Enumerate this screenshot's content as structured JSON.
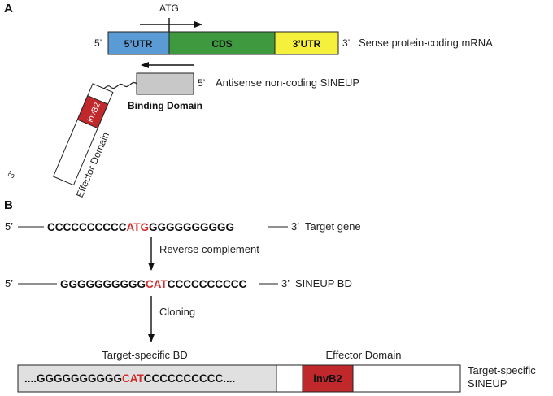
{
  "panel_a": {
    "label": "A",
    "atg": "ATG",
    "mrna": {
      "five_prime": "5’",
      "utr5": "5’UTR",
      "cds": "CDS",
      "utr3": "3’UTR",
      "three_prime": "3’",
      "description": "Sense protein-coding mRNA"
    },
    "sineup": {
      "five_prime": "5’",
      "description": "Antisense non-coding SINEUP",
      "binding_domain": "Binding Domain",
      "invb2": "invB2",
      "effector_domain": "Effector Domain",
      "three_prime": "3’"
    },
    "colors": {
      "utr5": "#5b9bd5",
      "cds": "#3f9a3f",
      "utr3": "#f5f03c",
      "bd": "#c8c8c8",
      "invb2": "#c0282c"
    }
  },
  "panel_b": {
    "label": "B",
    "target": {
      "five_prime": "5’",
      "seq_left": "CCCCCCCCCC",
      "seq_mid": "ATG",
      "seq_right": "GGGGGGGGGG",
      "three_prime": "3’",
      "description": "Target gene"
    },
    "step1": "Reverse complement",
    "bd": {
      "five_prime": "5’",
      "seq_left": "GGGGGGGGGG",
      "seq_mid": "CAT",
      "seq_right": "CCCCCCCCCC",
      "three_prime": "3’",
      "description": "SINEUP BD"
    },
    "step2": "Cloning",
    "construct": {
      "bd_header": "Target-specific BD",
      "effector_header": "Effector Domain",
      "seq_left": "....GGGGGGGGGG",
      "seq_mid": "CAT",
      "seq_right": "CCCCCCCCCC....",
      "invb2": "invB2",
      "description_line1": "Target-specific",
      "description_line2": "SINEUP"
    },
    "colors": {
      "highlight": "#d42a2a",
      "box": "#e0e0e0",
      "invb2": "#c0282c"
    }
  }
}
